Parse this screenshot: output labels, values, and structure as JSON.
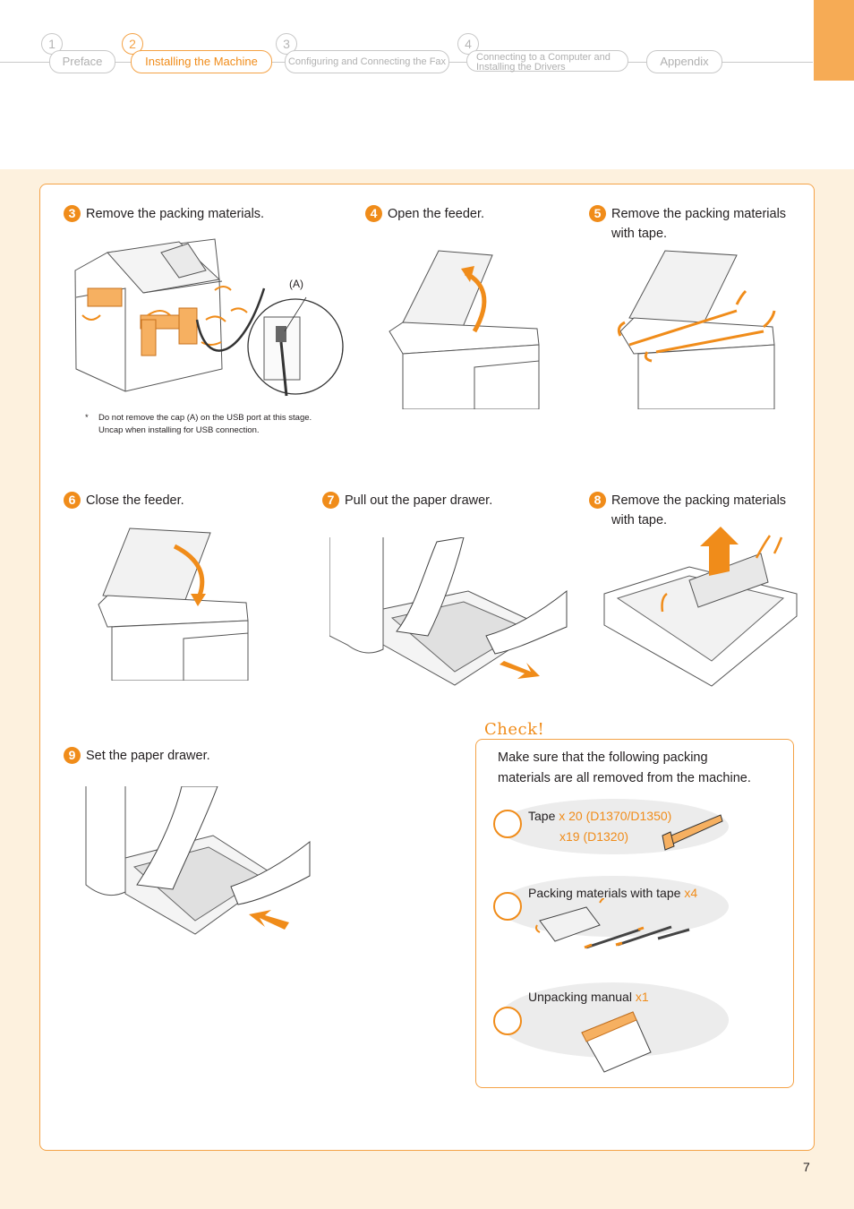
{
  "nav": {
    "items": [
      {
        "num": "1",
        "label": "Preface"
      },
      {
        "num": "2",
        "label": "Installing the Machine"
      },
      {
        "num": "3",
        "label": "Configuring and Connecting the Fax"
      },
      {
        "num": "4",
        "label_line1": "Connecting to a Computer and",
        "label_line2": "Installing the Drivers"
      },
      {
        "label": "Appendix"
      }
    ],
    "active": "2"
  },
  "steps": [
    {
      "num": "3",
      "text": "Remove the packing materials."
    },
    {
      "num": "4",
      "text": "Open the feeder."
    },
    {
      "num": "5",
      "text": "Remove the packing materials\nwith tape."
    },
    {
      "num": "6",
      "text": "Close the feeder."
    },
    {
      "num": "7",
      "text": "Pull out the paper drawer."
    },
    {
      "num": "8",
      "text": "Remove the packing materials\nwith tape."
    },
    {
      "num": "9",
      "text": "Set the paper drawer."
    }
  ],
  "callout_label": "(A)",
  "note": {
    "mark": "*",
    "line1": "Do not remove the cap (A) on the USB port at this stage.",
    "line2": "Uncap when installing for USB connection."
  },
  "check": {
    "title": "Check!",
    "intro": "Make sure that the following packing\nmaterials are all removed from the machine.",
    "items": [
      {
        "label": "Tape",
        "qty1": "x 20 (D1370/D1350)",
        "qty2": "x19 (D1320)"
      },
      {
        "label": "Packing materials with tape",
        "qty1": "x4"
      },
      {
        "label": "Unpacking manual",
        "qty1": "x1"
      }
    ]
  },
  "page_number": "7",
  "colors": {
    "accent": "#f08c1a",
    "band": "#fdf1de",
    "tab": "#f6ab55"
  }
}
